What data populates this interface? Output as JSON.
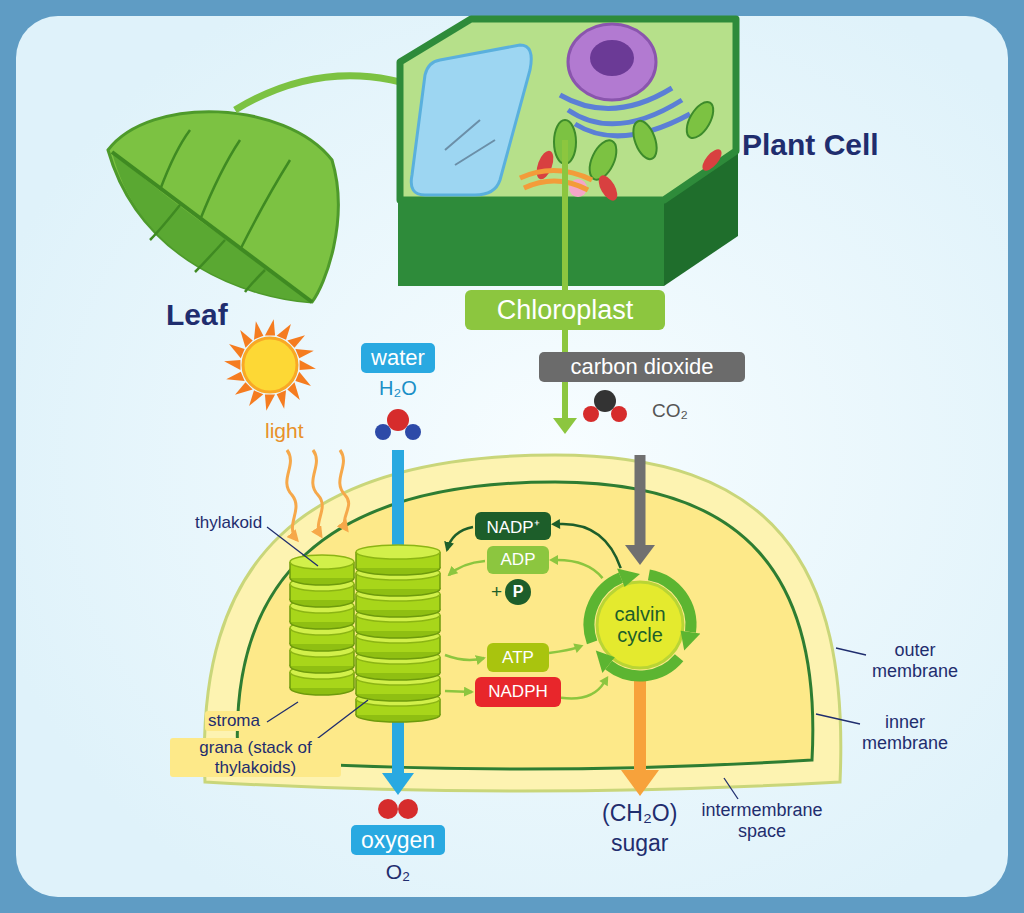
{
  "diagram": {
    "nodes": [
      {
        "text": [
          "Chloroplast"
        ]
      },
      {
        "text": [
          "water",
          "H₂O"
        ]
      },
      {
        "text": [
          "carbon dioxide",
          "CO₂"
        ]
      },
      {
        "text": [
          "NADP⁺"
        ]
      },
      {
        "text": [
          "ADP"
        ]
      },
      {
        "text": [
          "P"
        ]
      },
      {
        "text": [
          "calvin cycle"
        ]
      },
      {
        "text": [
          "ATP"
        ]
      },
      {
        "text": [
          "NADPH"
        ]
      },
      {
        "text": [
          "oxygen",
          "O₂"
        ]
      }
    ],
    "edges": [
      {
        "from": 1,
        "to": 9,
        "arrow": "to"
      },
      {
        "from": 2,
        "to": 6,
        "arrow": "to"
      },
      {
        "from": 6,
        "to": 3,
        "arrow": "to"
      },
      {
        "from": 6,
        "to": 4,
        "arrow": "to"
      },
      {
        "from": 7,
        "to": 6,
        "arrow": "to"
      },
      {
        "from": 8,
        "to": 6,
        "arrow": "to"
      }
    ],
    "labels": [
      "Plant Cell",
      "Leaf",
      "light",
      "thylakoid",
      "+",
      "stroma",
      "grana (stack of thylakoids)",
      "outer membrane",
      "inner membrane",
      "intermembrane space",
      "(CH₂O)",
      "sugar"
    ]
  }
}
